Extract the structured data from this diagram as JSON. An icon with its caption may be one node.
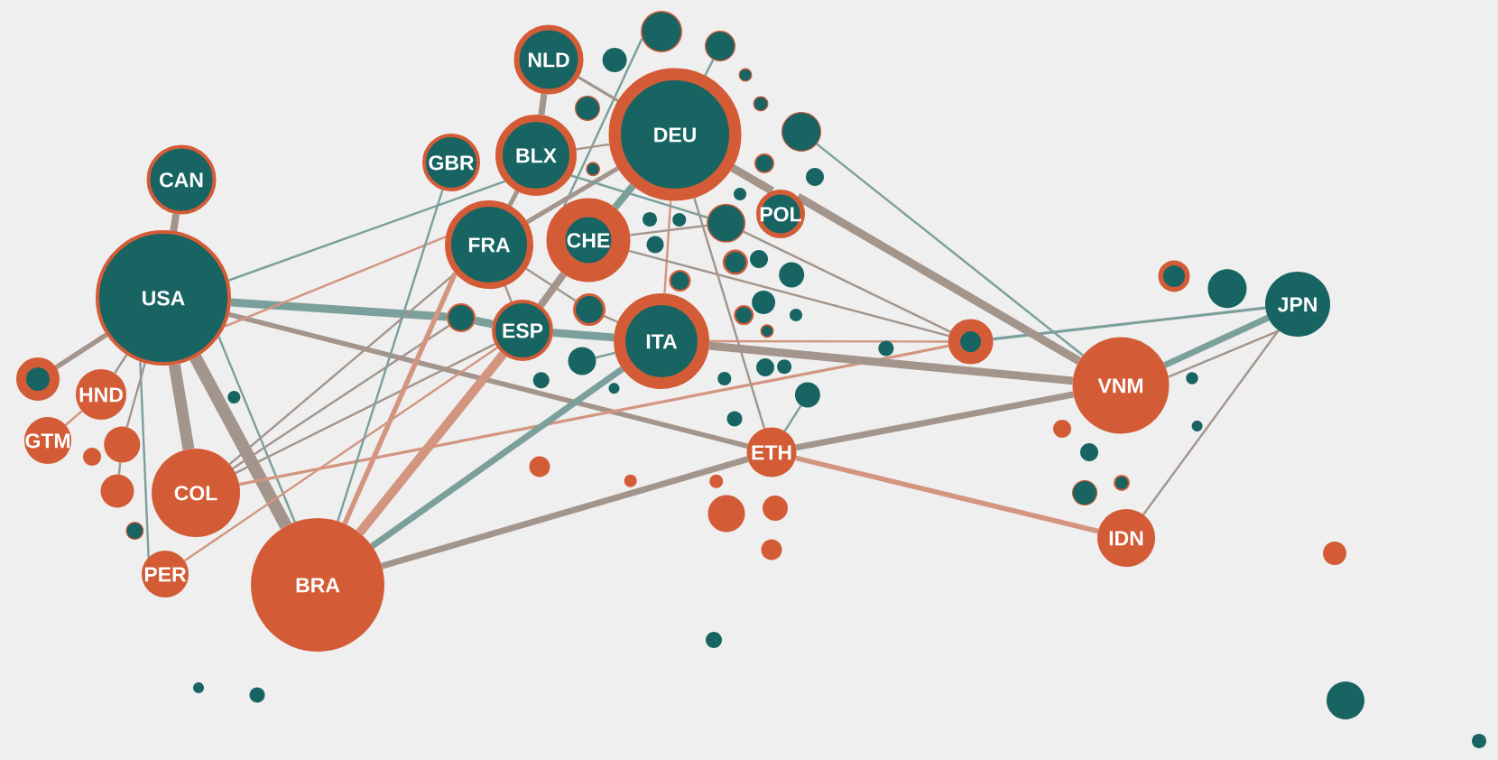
{
  "diagram": {
    "nodes": [
      {
        "text": [],
        "shape": "circle"
      },
      {
        "text": [
          "GTM"
        ]
      },
      {
        "text": [],
        "shape": "circle"
      },
      {
        "text": [
          "HND"
        ]
      },
      {
        "text": [],
        "shape": "circle"
      },
      {
        "text": [],
        "shape": "circle"
      },
      {
        "text": [],
        "shape": "circle"
      },
      {
        "text": [
          "USA"
        ]
      },
      {
        "text": [
          "PER"
        ]
      },
      {
        "text": [
          "CAN"
        ]
      },
      {
        "text": [
          "COL"
        ]
      },
      {
        "text": [],
        "shape": "circle"
      },
      {
        "text": [],
        "shape": "circle"
      },
      {
        "text": [],
        "shape": "circle"
      },
      {
        "text": [
          "BRA"
        ]
      },
      {
        "text": [
          "GBR"
        ]
      },
      {
        "text": [],
        "shape": "circle"
      },
      {
        "text": [
          "FRA"
        ]
      },
      {
        "text": [
          "ESP"
        ]
      },
      {
        "text": [
          "BLX"
        ]
      },
      {
        "text": [],
        "shape": "circle"
      },
      {
        "text": [],
        "shape": "circle"
      },
      {
        "text": [
          "NLD"
        ]
      },
      {
        "text": [],
        "shape": "circle"
      },
      {
        "text": [],
        "shape": "circle"
      },
      {
        "text": [
          "CHE"
        ]
      },
      {
        "text": [],
        "shape": "circle"
      },
      {
        "text": [],
        "shape": "circle"
      },
      {
        "text": [],
        "shape": "circle"
      },
      {
        "text": [],
        "shape": "circle"
      },
      {
        "text": [],
        "shape": "circle"
      },
      {
        "text": [],
        "shape": "circle"
      },
      {
        "text": [],
        "shape": "circle"
      },
      {
        "text": [],
        "shape": "circle"
      },
      {
        "text": [
          "ITA"
        ]
      },
      {
        "text": [
          "DEU"
        ]
      },
      {
        "text": [],
        "shape": "circle"
      },
      {
        "text": [],
        "shape": "circle"
      },
      {
        "text": [],
        "shape": "circle"
      },
      {
        "text": [],
        "shape": "circle"
      },
      {
        "text": [],
        "shape": "circle"
      },
      {
        "text": [],
        "shape": "circle"
      },
      {
        "text": [],
        "shape": "circle"
      },
      {
        "text": [],
        "shape": "circle"
      },
      {
        "text": [],
        "shape": "circle"
      },
      {
        "text": [],
        "shape": "circle"
      },
      {
        "text": [],
        "shape": "circle"
      },
      {
        "text": [],
        "shape": "circle"
      },
      {
        "text": [],
        "shape": "circle"
      },
      {
        "text": [],
        "shape": "circle"
      },
      {
        "text": [],
        "shape": "circle"
      },
      {
        "text": [],
        "shape": "circle"
      },
      {
        "text": [],
        "shape": "circle"
      },
      {
        "text": [],
        "shape": "circle"
      },
      {
        "text": [],
        "shape": "circle"
      },
      {
        "text": [
          "ETH"
        ]
      },
      {
        "text": [],
        "shape": "circle"
      },
      {
        "text": [],
        "shape": "circle"
      },
      {
        "text": [
          "POL"
        ]
      },
      {
        "text": [],
        "shape": "circle"
      },
      {
        "text": [],
        "shape": "circle"
      },
      {
        "text": [],
        "shape": "circle"
      },
      {
        "text": [],
        "shape": "circle"
      },
      {
        "text": [],
        "shape": "circle"
      },
      {
        "text": [],
        "shape": "circle"
      },
      {
        "text": [],
        "shape": "circle"
      },
      {
        "text": [],
        "shape": "circle"
      },
      {
        "text": [],
        "shape": "circle"
      },
      {
        "text": [],
        "shape": "circle"
      },
      {
        "text": [],
        "shape": "circle"
      },
      {
        "text": [
          "VNM"
        ]
      },
      {
        "text": [],
        "shape": "circle"
      },
      {
        "text": [
          "IDN"
        ]
      },
      {
        "text": [],
        "shape": "circle"
      },
      {
        "text": [],
        "shape": "circle"
      },
      {
        "text": [],
        "shape": "circle"
      },
      {
        "text": [],
        "shape": "circle"
      },
      {
        "text": [
          "JPN"
        ]
      },
      {
        "text": [],
        "shape": "circle"
      },
      {
        "text": [],
        "shape": "circle"
      },
      {
        "text": [],
        "shape": "circle"
      }
    ],
    "edges": [
      {
        "from": 9,
        "to": 7,
        "arrow": "none",
        "style": "thick"
      },
      {
        "from": 7,
        "to": 14,
        "arrow": "none",
        "color": "#7b9f9b"
      },
      {
        "from": 7,
        "to": 8,
        "arrow": "none",
        "color": "#7b9f9b"
      },
      {
        "from": 7,
        "to": 0,
        "arrow": "none",
        "style": "thick"
      },
      {
        "from": 7,
        "to": 3,
        "arrow": "none"
      },
      {
        "from": 1,
        "to": 3,
        "arrow": "none",
        "color": "#d39580"
      },
      {
        "from": 7,
        "to": 5,
        "arrow": "none"
      },
      {
        "from": 5,
        "to": 4,
        "arrow": "none"
      },
      {
        "from": 7,
        "to": 10,
        "arrow": "none",
        "style": "thick"
      },
      {
        "from": 7,
        "to": 14,
        "arrow": "none",
        "style": "thick"
      },
      {
        "from": 7,
        "to": 19,
        "arrow": "none",
        "color": "#7b9f9b"
      },
      {
        "from": 7,
        "to": 16,
        "arrow": "none",
        "style": "thick",
        "color": "#7b9f9b"
      },
      {
        "from": 16,
        "to": 18,
        "arrow": "none",
        "style": "thick",
        "color": "#7b9f9b"
      },
      {
        "from": 18,
        "to": 34,
        "arrow": "none",
        "style": "thick",
        "color": "#7b9f9b"
      },
      {
        "from": 7,
        "to": 55,
        "arrow": "none",
        "style": "thick"
      },
      {
        "from": 55,
        "to": 72,
        "arrow": "none",
        "style": "thick",
        "color": "#d39580"
      },
      {
        "from": 7,
        "to": 17,
        "arrow": "none",
        "color": "#d39580"
      },
      {
        "from": 10,
        "to": 16,
        "arrow": "none"
      },
      {
        "from": 10,
        "to": 18,
        "arrow": "none"
      },
      {
        "from": 10,
        "to": 17,
        "arrow": "none"
      },
      {
        "from": 8,
        "to": 18,
        "arrow": "none",
        "color": "#d39580"
      },
      {
        "from": 10,
        "to": 66,
        "arrow": "none",
        "color": "#d39580"
      },
      {
        "from": 66,
        "to": 77,
        "arrow": "none",
        "color": "#7b9f9b"
      },
      {
        "from": 14,
        "to": 55,
        "arrow": "none",
        "style": "thick"
      },
      {
        "from": 55,
        "to": 70,
        "arrow": "none",
        "style": "thick"
      },
      {
        "from": 70,
        "to": 77,
        "arrow": "none",
        "style": "thick",
        "color": "#7b9f9b"
      },
      {
        "from": 70,
        "to": 77,
        "arrow": "none"
      },
      {
        "from": 14,
        "to": 34,
        "arrow": "none",
        "style": "thick",
        "color": "#7b9f9b"
      },
      {
        "from": 14,
        "to": 18,
        "arrow": "none",
        "style": "thick",
        "color": "#d39580"
      },
      {
        "from": 18,
        "to": 25,
        "arrow": "none",
        "style": "thick"
      },
      {
        "from": 25,
        "to": 35,
        "arrow": "none",
        "style": "thick",
        "color": "#7b9f9b"
      },
      {
        "from": 14,
        "to": 17,
        "arrow": "none",
        "style": "thick",
        "color": "#d39580"
      },
      {
        "from": 17,
        "to": 19,
        "arrow": "none",
        "style": "thick"
      },
      {
        "from": 22,
        "to": 19,
        "arrow": "none",
        "style": "thick"
      },
      {
        "from": 14,
        "to": 15,
        "arrow": "none",
        "color": "#7b9f9b"
      },
      {
        "from": 33,
        "to": 25,
        "arrow": "none",
        "color": "#7b9f9b"
      },
      {
        "from": 22,
        "to": 35,
        "arrow": "none"
      },
      {
        "from": 19,
        "to": 35,
        "arrow": "none"
      },
      {
        "from": 17,
        "to": 35,
        "arrow": "none",
        "style": "thick"
      },
      {
        "from": 17,
        "to": 18,
        "arrow": "none"
      },
      {
        "from": 17,
        "to": 27,
        "arrow": "none"
      },
      {
        "from": 27,
        "to": 34,
        "arrow": "none"
      },
      {
        "from": 35,
        "to": 34,
        "arrow": "none",
        "color": "#d39580"
      },
      {
        "from": 35,
        "to": 55,
        "arrow": "none"
      },
      {
        "from": 35,
        "to": 58,
        "arrow": "none",
        "style": "thick"
      },
      {
        "from": 58,
        "to": 70,
        "arrow": "none",
        "style": "thick"
      },
      {
        "from": 62,
        "to": 70,
        "arrow": "none",
        "color": "#7b9f9b"
      },
      {
        "from": 41,
        "to": 66,
        "arrow": "none"
      },
      {
        "from": 25,
        "to": 41,
        "arrow": "none"
      },
      {
        "from": 19,
        "to": 41,
        "arrow": "none",
        "color": "#7b9f9b"
      },
      {
        "from": 25,
        "to": 66,
        "arrow": "none"
      },
      {
        "from": 34,
        "to": 66,
        "arrow": "none",
        "color": "#d39580"
      },
      {
        "from": 34,
        "to": 70,
        "arrow": "none",
        "style": "thick"
      },
      {
        "from": 23,
        "to": 34,
        "arrow": "none",
        "color": "#7b9f9b"
      },
      {
        "from": 63,
        "to": 55,
        "arrow": "none",
        "color": "#7b9f9b"
      },
      {
        "from": 77,
        "to": 72,
        "arrow": "none"
      },
      {
        "from": 40,
        "to": 35,
        "arrow": "none",
        "color": "#7b9f9b"
      }
    ]
  }
}
